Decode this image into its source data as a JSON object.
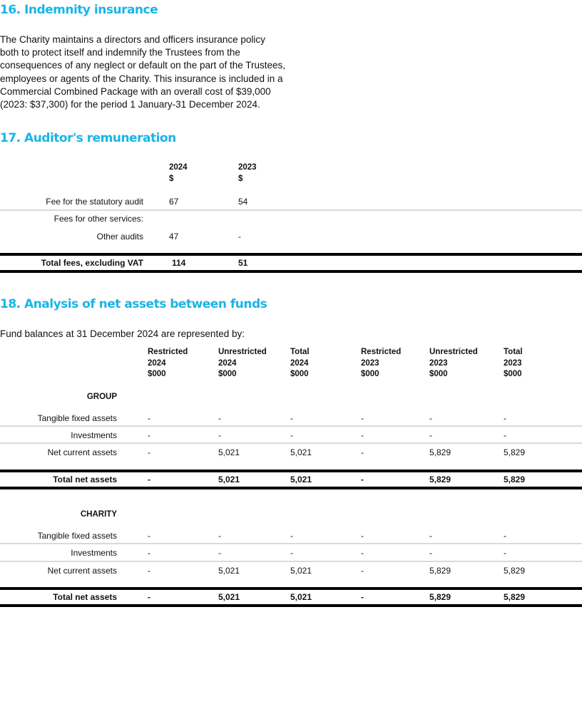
{
  "s16": {
    "title": "16. Indemnity insurance",
    "lines": [
      "The Charity maintains a directors and officers insurance policy",
      "both to protect itself and indemnify the Trustees from the",
      "consequences of any neglect or default on the part of the Trustees,",
      "employees or agents of the Charity. This insurance is included in a",
      "Commercial Combined Package with an overall cost of $39,000",
      "(2023: $37,300) for the period 1 January-31 December 2024."
    ]
  },
  "s17": {
    "title": "17. Auditor's remuneration",
    "col_headers": [
      {
        "year": "2024",
        "unit": "$"
      },
      {
        "year": "2023",
        "unit": "$"
      }
    ],
    "rows": [
      {
        "label": "Fee for the statutory audit",
        "v2024": "67",
        "v2023": "54"
      },
      {
        "label": "Fees for other services:",
        "v2024": "",
        "v2023": ""
      },
      {
        "label": "Other audits",
        "v2024": "47",
        "v2023": "-"
      }
    ],
    "total": {
      "label": "Total fees, excluding VAT",
      "v2024": "114",
      "v2023": "51"
    }
  },
  "s18": {
    "title": "18. Analysis of net assets between funds",
    "intro": "Fund balances at 31 December 2024 are represented by:",
    "col_headers": [
      {
        "name": "Restricted",
        "year": "2024",
        "unit": "$000"
      },
      {
        "name": "Unrestricted",
        "year": "2024",
        "unit": "$000"
      },
      {
        "name": "Total",
        "year": "2024",
        "unit": "$000"
      },
      {
        "name": "Restricted",
        "year": "2023",
        "unit": "$000"
      },
      {
        "name": "Unrestricted",
        "year": "2023",
        "unit": "$000"
      },
      {
        "name": "Total",
        "year": "2023",
        "unit": "$000"
      }
    ],
    "group": {
      "title": "GROUP",
      "rows": [
        {
          "label": "Tangible fixed assets",
          "values": [
            "-",
            "-",
            "-",
            "-",
            "-",
            "-"
          ]
        },
        {
          "label": "Investments",
          "values": [
            "-",
            "-",
            "-",
            "-",
            "-",
            "-"
          ]
        },
        {
          "label": "Net current assets",
          "values": [
            "-",
            "5,021",
            "5,021",
            "-",
            "5,829",
            "5,829"
          ]
        }
      ],
      "total": {
        "label": "Total net assets",
        "values": [
          "-",
          "5,021",
          "5,021",
          "-",
          "5,829",
          "5,829"
        ]
      }
    },
    "charity": {
      "title": "CHARITY",
      "rows": [
        {
          "label": "Tangible fixed assets",
          "values": [
            "-",
            "-",
            "-",
            "-",
            "-",
            "-"
          ]
        },
        {
          "label": "Investments",
          "values": [
            "-",
            "-",
            "-",
            "-",
            "-",
            "-"
          ]
        },
        {
          "label": "Net current assets",
          "values": [
            "-",
            "5,021",
            "5,021",
            "-",
            "5,829",
            "5,829"
          ]
        }
      ],
      "total": {
        "label": "Total net assets",
        "values": [
          "-",
          "5,021",
          "5,021",
          "-",
          "5,829",
          "5,829"
        ]
      }
    }
  }
}
